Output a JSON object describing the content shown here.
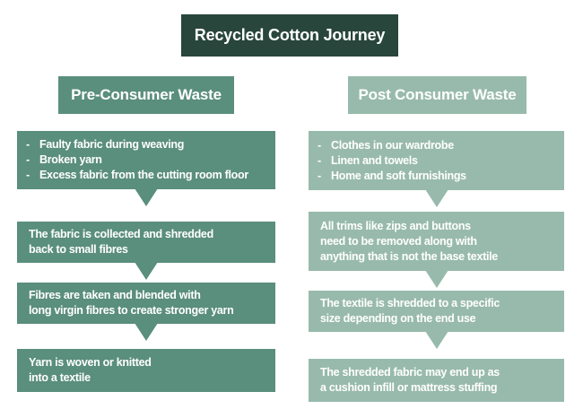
{
  "title": "Recycled Cotton Journey",
  "bullet_char": "-",
  "colors": {
    "title_bg": "#28463b",
    "pre_accent": "#5a8e7d",
    "post_accent": "#98baac",
    "text_on_green": "#ffffff",
    "background": "#ffffff"
  },
  "pre": {
    "header": "Pre-Consumer Waste",
    "bullets": [
      "Faulty fabric during weaving",
      "Broken yarn",
      "Excess fabric from the cutting room floor"
    ],
    "steps": [
      {
        "lines": [
          "The fabric is collected and shredded",
          "back to small fibres"
        ]
      },
      {
        "lines": [
          "Fibres are taken and blended with",
          "long virgin fibres to create stronger yarn"
        ]
      },
      {
        "lines": [
          "Yarn is woven or knitted",
          "into a textile"
        ]
      }
    ]
  },
  "post": {
    "header": "Post Consumer Waste",
    "bullets": [
      "Clothes in our wardrobe",
      "Linen and towels",
      "Home and soft furnishings"
    ],
    "steps": [
      {
        "lines": [
          "All trims like zips and buttons",
          "need to be removed along with",
          "anything that is not the base textile"
        ]
      },
      {
        "lines": [
          "The textile is shredded to a specific",
          "size depending on the end use"
        ]
      },
      {
        "lines": [
          "The shredded fabric may end up as",
          "a cushion infill or mattress stuffing"
        ]
      }
    ]
  }
}
